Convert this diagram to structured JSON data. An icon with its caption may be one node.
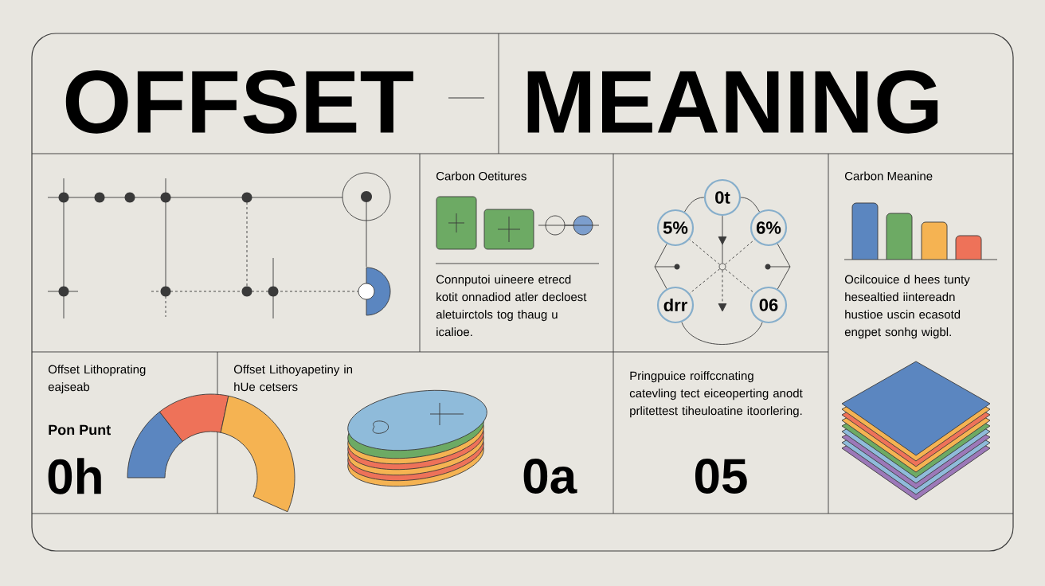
{
  "diagram": {
    "nodes": [
      {
        "text": [
          "0t"
        ]
      },
      {
        "text": [
          "5%"
        ]
      },
      {
        "text": [
          "6%"
        ]
      },
      {
        "text": [
          "drr"
        ]
      },
      {
        "text": [
          "06"
        ]
      },
      {
        "text": [],
        "shape": "circle"
      }
    ],
    "edges": [
      {
        "from": 0,
        "to": 1,
        "arrow": "none"
      },
      {
        "from": 0,
        "to": 2,
        "arrow": "none"
      },
      {
        "from": 1,
        "to": 3,
        "arrow": "none"
      },
      {
        "from": 2,
        "to": 4,
        "arrow": "none"
      },
      {
        "from": 3,
        "to": 4,
        "arrow": "none"
      },
      {
        "from": 0,
        "to": 5,
        "arrow": "to"
      },
      {
        "from": 5,
        "to": 1,
        "arrow": "none",
        "style": "dashed"
      },
      {
        "from": 5,
        "to": 2,
        "arrow": "none",
        "style": "dashed"
      },
      {
        "from": 5,
        "to": 3,
        "arrow": "none",
        "style": "dashed"
      },
      {
        "from": 5,
        "to": 4,
        "arrow": "none",
        "style": "dashed"
      },
      {
        "from": 5,
        "to": null,
        "arrow": "to",
        "style": "dashed"
      }
    ],
    "labels": [
      "OFFSET",
      "MEANING",
      "Carbon Oetitures",
      "Connputoi uineere etrecd kotit onnadiod atler decloest aletuirctols tog thaug u icalioe.",
      "Carbon Meanine",
      "Ocilcouice d hees tunty hesealtied iintereadn hustioe uscin ecasotd engpet sonhg wigbl.",
      "Offset Lithoprating eajseab",
      "Pon Punt",
      "0h",
      "Offset Lithoyapetiny in hUe cetsers",
      "0a",
      "Pringpuice roiffccnating catevling tect eiceoperting anodt prlitettest tiheuloatine itoorlering.",
      "05"
    ]
  }
}
